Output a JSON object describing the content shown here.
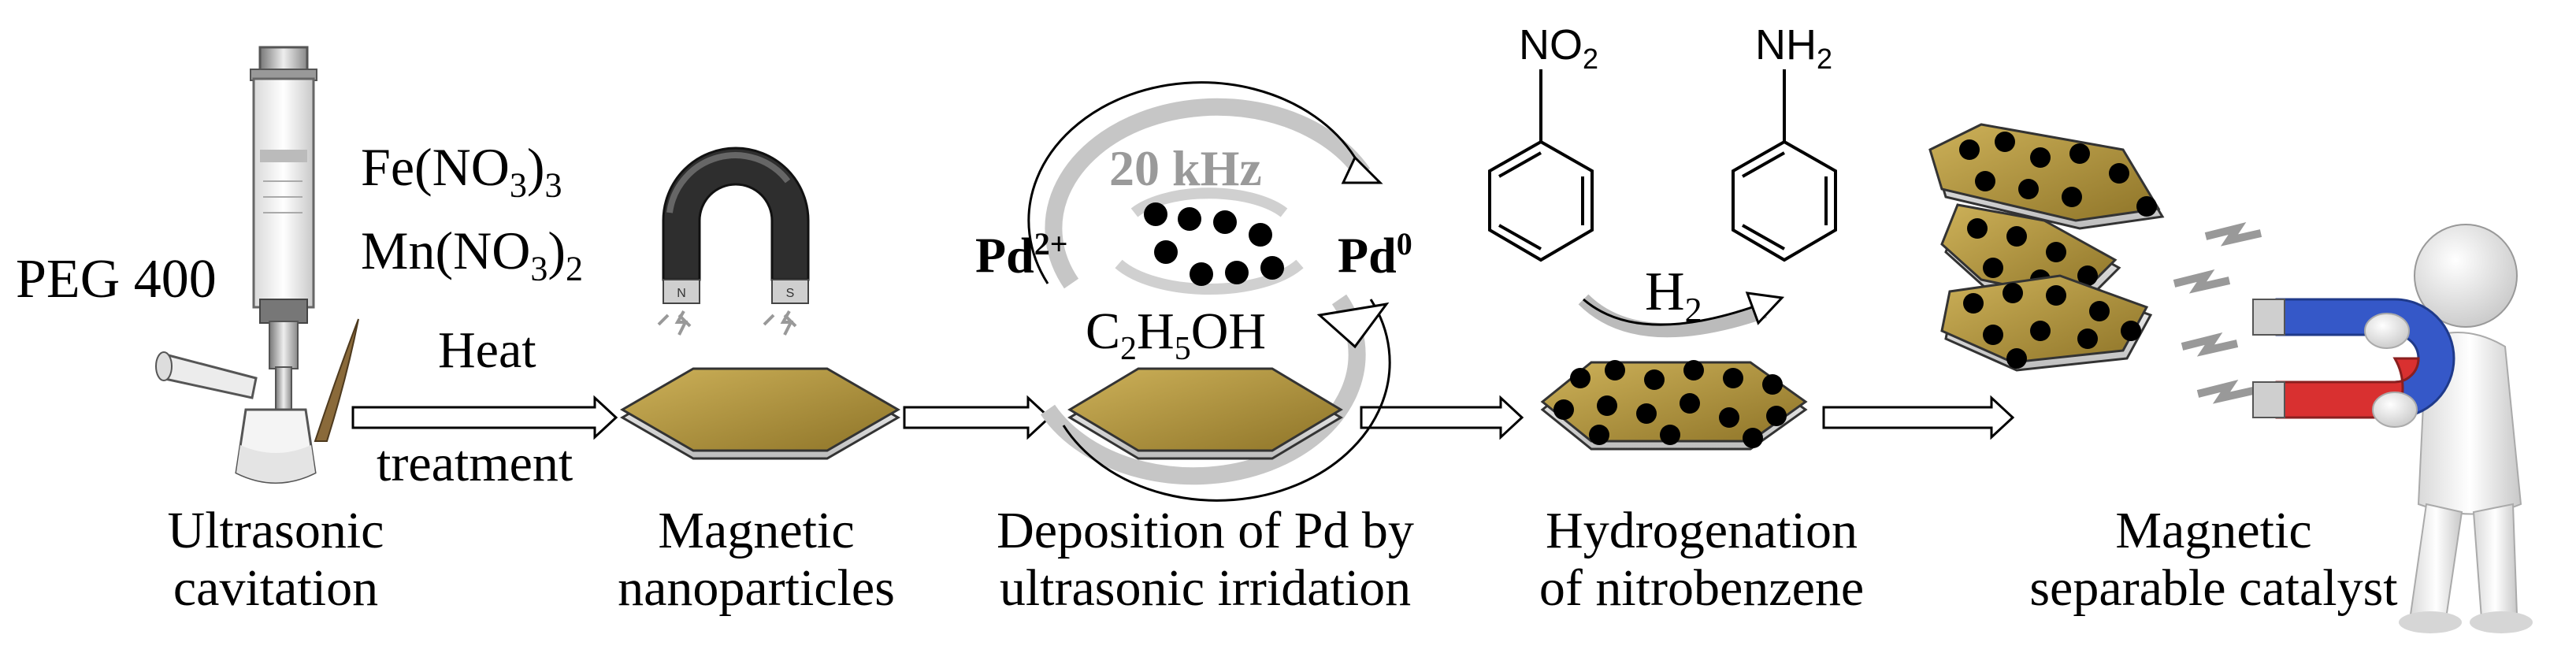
{
  "colors": {
    "film": "#b89a3c",
    "film_dark": "#7a6420",
    "edge": "#d9d9d9",
    "particle": "#000000",
    "ultrasound_text": "#9a9a9a",
    "arc": "#bfbfbf",
    "magnet_red": "#d93030",
    "magnet_blue": "#3558c8",
    "magnet_black": "#2a2a2a"
  },
  "icons": [
    "ultrasonic-processor-icon",
    "horseshoe-magnet-icon",
    "hexagon-substrate-icon",
    "benzene-ring-icon",
    "person-with-magnet-icon"
  ],
  "reagents": {
    "peg": "PEG 400",
    "fe": "Fe(NO",
    "fe_sub": "3",
    "fe_close": ")",
    "fe_sub2": "3",
    "mn": "Mn(NO",
    "mn_sub": "3",
    "mn_close": ")",
    "mn_sub2": "2",
    "heat": "Heat",
    "treatment": "treatment"
  },
  "deposition": {
    "frequency": "20 kHz",
    "pd_ion": "Pd",
    "pd_ion_charge": "2+",
    "pd_metal": "Pd",
    "pd_metal_charge": "0",
    "solvent_c": "C",
    "solvent_c_sub": "2",
    "solvent_h": "H",
    "solvent_h_sub": "5",
    "solvent_oh": "OH"
  },
  "reaction": {
    "nitro": "NO",
    "nitro_sub": "2",
    "amine": "NH",
    "amine_sub": "2",
    "hydrogen": "H",
    "hydrogen_sub": "2"
  },
  "steps": [
    {
      "line1": "Ultrasonic",
      "line2": "cavitation"
    },
    {
      "line1": "Magnetic",
      "line2": "nanoparticles"
    },
    {
      "line1": "Deposition of Pd by",
      "line2": "ultrasonic irridation"
    },
    {
      "line1": "Hydrogenation",
      "line2": "of nitrobenzene"
    },
    {
      "line1": "Magnetic",
      "line2": "separable catalyst"
    }
  ]
}
